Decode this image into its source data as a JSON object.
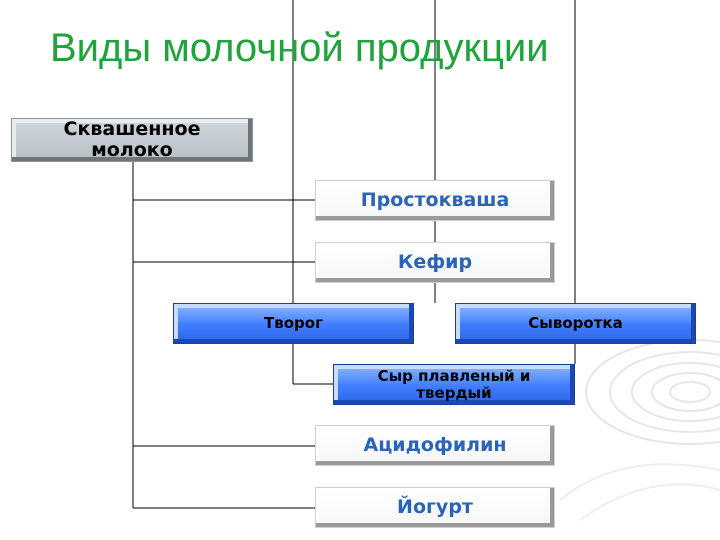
{
  "title": "Виды молочной продукции",
  "source": {
    "label": "Сквашенное молоко"
  },
  "products": {
    "prostokvasha": "Простокваша",
    "kefir": "Кефир",
    "tvorog": "Творог",
    "syvorotka": "Сыворотка",
    "syr": "Сыр плавленый и твердый",
    "acidofilin": "Ацидофилин",
    "yogurt": "Йогурт"
  },
  "colors": {
    "title": "#1fa33a",
    "white_box_text": "#2a64b8",
    "blue_box": "#3f7dff",
    "grey_box": "#b7c0c5",
    "lines": "#000000"
  }
}
